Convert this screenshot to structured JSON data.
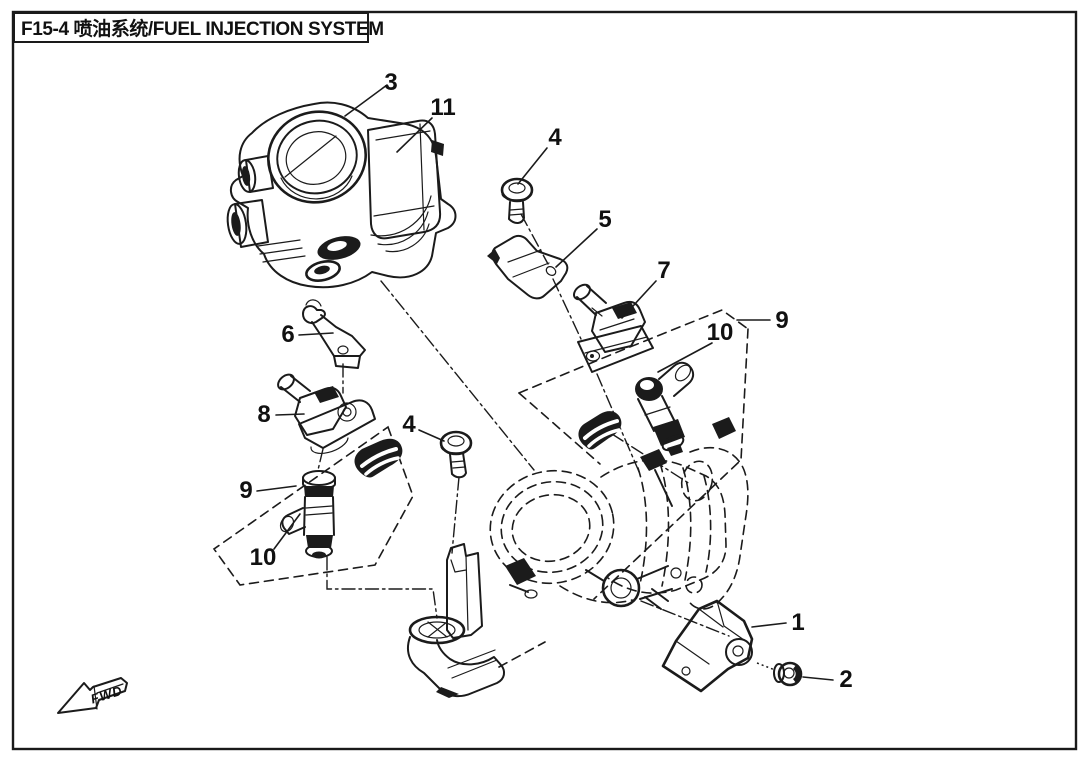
{
  "header": {
    "title": "F15-4 喷油系统/FUEL INJECTION SYSTEM"
  },
  "diagram": {
    "background": "#ffffff",
    "ink_color": "#1b1b1b",
    "fwd_label": "FWD",
    "callouts": [
      {
        "label": "3"
      },
      {
        "label": "11"
      },
      {
        "label": "4"
      },
      {
        "label": "5"
      },
      {
        "label": "7"
      },
      {
        "label": "9"
      },
      {
        "label": "10"
      },
      {
        "label": "6"
      },
      {
        "label": "8"
      },
      {
        "label": "4"
      },
      {
        "label": "9"
      },
      {
        "label": "10"
      },
      {
        "label": "1"
      },
      {
        "label": "2"
      }
    ]
  }
}
